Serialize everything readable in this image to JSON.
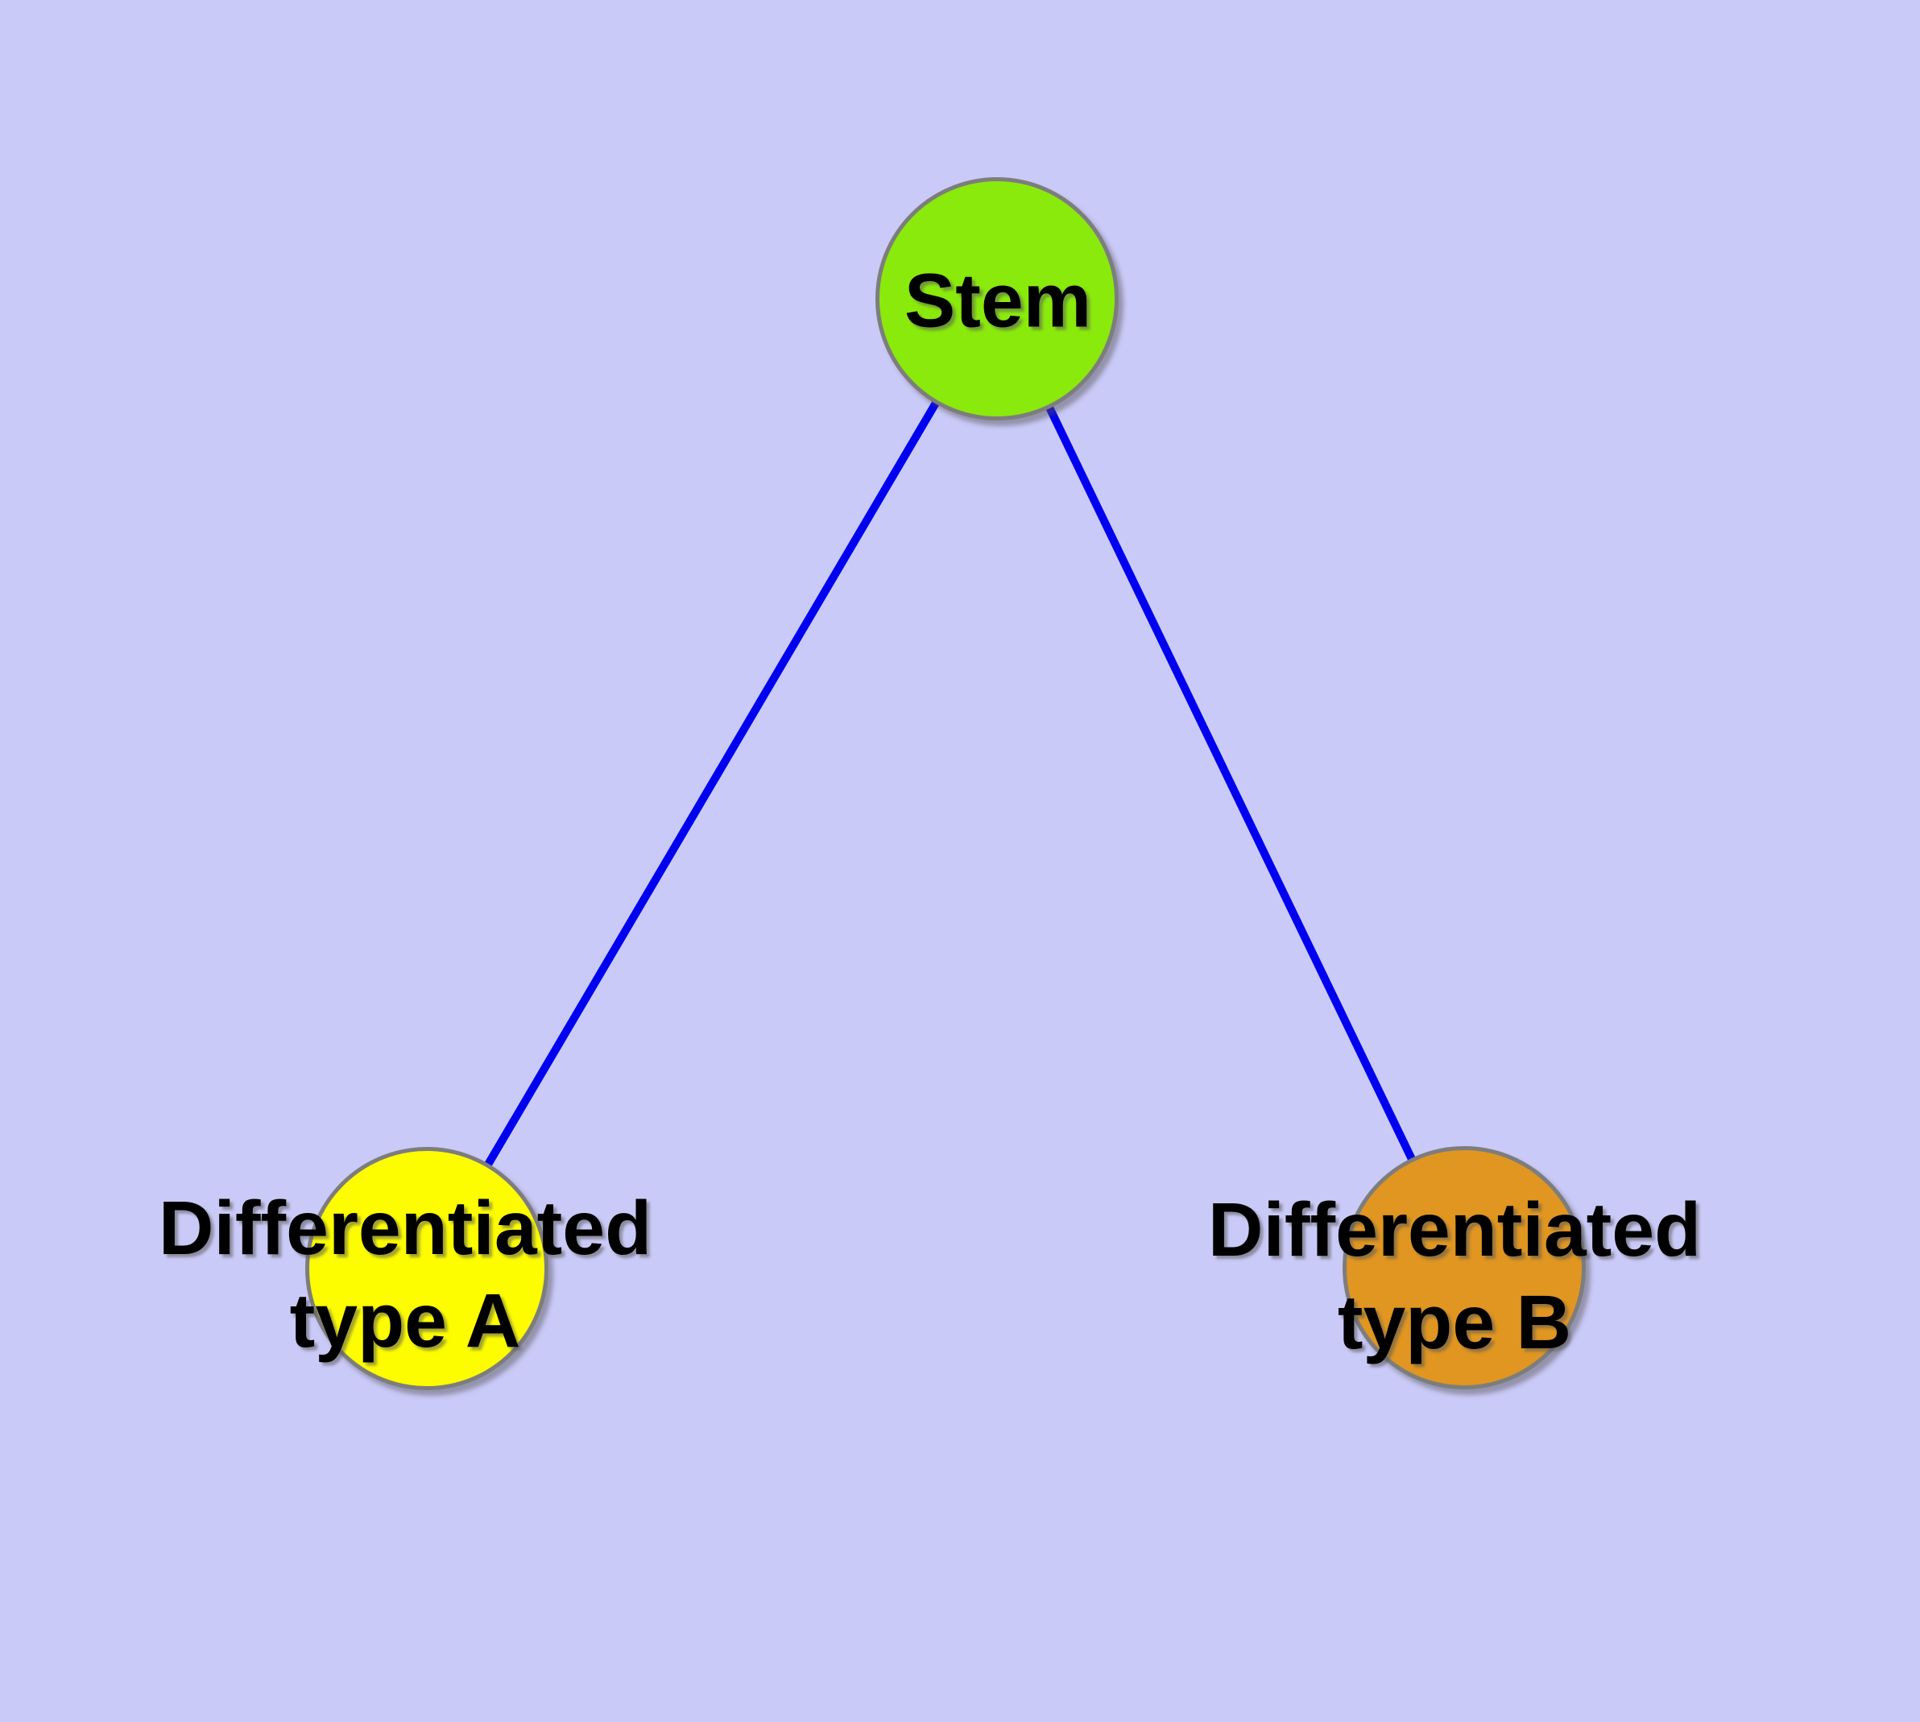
{
  "diagram": {
    "type": "node-link-graph",
    "nodes": {
      "stem": {
        "label": "Stem",
        "fill": "#8AEA0C"
      },
      "type_a": {
        "line1": "Differentiated",
        "line2": "type A",
        "fill": "#FDFD00"
      },
      "type_b": {
        "line1": "Differentiated",
        "line2": "type B",
        "fill": "#E09620"
      }
    },
    "edges": [
      {
        "from": "stem",
        "to": "type_a"
      },
      {
        "from": "stem",
        "to": "type_b"
      }
    ],
    "colors": {
      "background": "#CACAF8",
      "edge": "#0000F0",
      "node_border": "#7D7D7D",
      "text": "#000000"
    }
  }
}
